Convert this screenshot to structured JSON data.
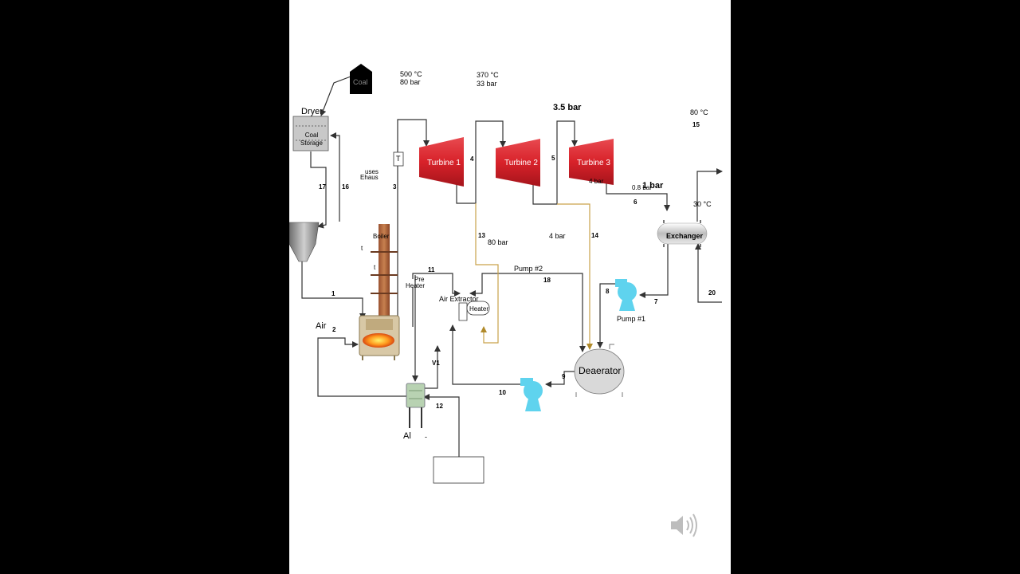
{
  "diagram": {
    "top_labels": {
      "t1_temp": "500 °C",
      "t1_press": "80 bar",
      "t2_temp": "370 °C",
      "t2_press": "33 bar",
      "t3_press": "3.5 bar",
      "right_temp": "80 °C",
      "right_num": "15",
      "bar_low": "0.8 bar",
      "one_bar": "1 bar",
      "four_bar_small": "4 bar",
      "cold_temp": "30 °C"
    },
    "components": {
      "coal": "Coal",
      "dryer": "Dryer",
      "coal_storage": "Coal Storage",
      "uses": "uses",
      "ehaus": "Ehaus",
      "boiler": "Boiler",
      "boiler_t1": "t",
      "boiler_t2": "t",
      "pre_heater_pre": "Pre",
      "pre_heater_heater": "Heater",
      "air_extractor": "Air Extractor",
      "heater": "Heater",
      "turbine1": "Turbine 1",
      "turbine2": "Turbine 2",
      "turbine3": "Turbine 3",
      "exchanger": "Exchanger",
      "deaerator": "Deaerator",
      "pump1": "Pump #1",
      "pump2": "Pump #2",
      "air": "Air",
      "ai": "Al",
      "dash": "-",
      "thermo": "T",
      "mid_80bar": "80 bar",
      "mid_4bar": "4 bar",
      "v1": "V1"
    },
    "stream_numbers": {
      "n1": "1",
      "n2": "2",
      "n3": "3",
      "n4": "4",
      "n5": "5",
      "n6": "6",
      "n7": "7",
      "n8": "8",
      "n9": "9",
      "n10": "10",
      "n11": "11",
      "n12": "12",
      "n13": "13",
      "n14": "14",
      "n16": "16",
      "n17": "17",
      "n18": "18",
      "n20": "20"
    },
    "colors": {
      "turbine": "#d8222a",
      "pump": "#5fd3ee",
      "steam_line": "#c9a24a",
      "line": "#333333",
      "boiler_brick": "#b86a3c",
      "storage": "#c8c8c8"
    }
  }
}
